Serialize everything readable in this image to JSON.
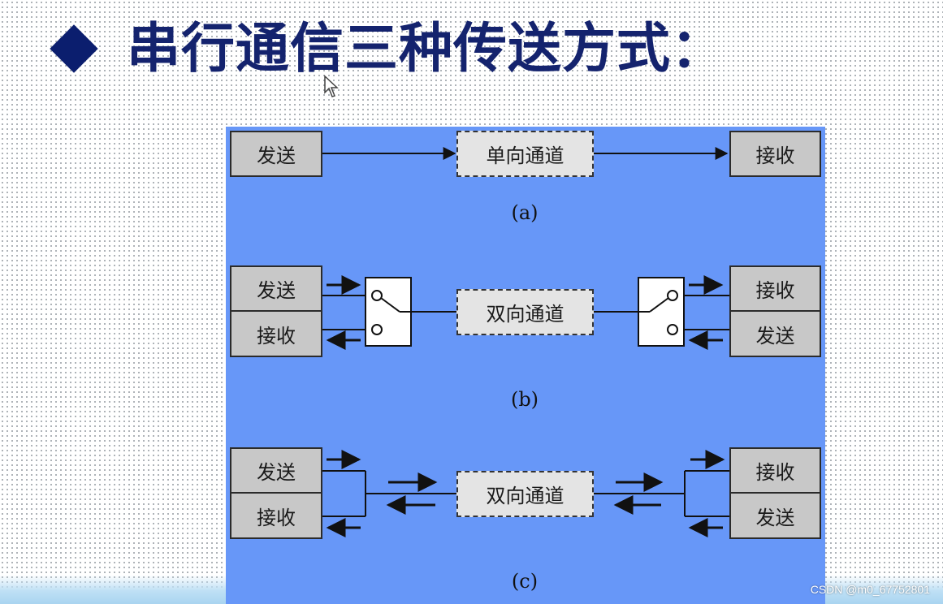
{
  "slide": {
    "title": "串行通信三种传送方式：",
    "bullet_icon": "diamond-icon",
    "colors": {
      "title": "#14236e",
      "panel": "#6797f8",
      "box": "#c8c8c8",
      "channel": "#e4e4e4"
    }
  },
  "diagram": {
    "a": {
      "sender": "发送",
      "channel": "单向通道",
      "receiver": "接收",
      "caption": "(a)"
    },
    "b": {
      "left_top": "发送",
      "left_bottom": "接收",
      "channel": "双向通道",
      "right_top": "接收",
      "right_bottom": "发送",
      "caption": "(b)"
    },
    "c": {
      "left_top": "发送",
      "left_bottom": "接收",
      "channel": "双向通道",
      "right_top": "接收",
      "right_bottom": "发送",
      "caption": "(c)"
    }
  },
  "watermark": "CSDN @m0_67752801"
}
